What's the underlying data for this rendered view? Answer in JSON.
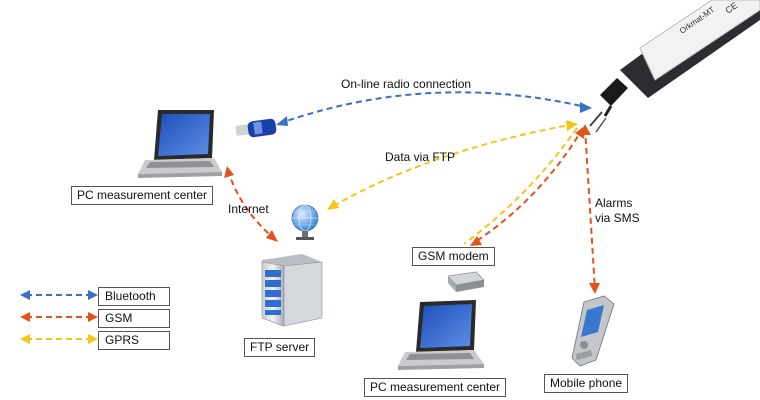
{
  "labels": {
    "radio_connection": "On-line radio connection",
    "data_via_ftp": "Data via FTP",
    "internet": "Internet",
    "alarms_line1": "Alarms",
    "alarms_line2": "via SMS"
  },
  "nodes": {
    "pc_top": "PC measurement center",
    "ftp_server": "FTP server",
    "gsm_modem": "GSM modem",
    "pc_bottom": "PC measurement center",
    "mobile_phone": "Mobile phone"
  },
  "device_text": "Orkmat-MT",
  "legend": [
    {
      "label": "Bluetooth",
      "color": "#3a6fc4"
    },
    {
      "label": "GSM",
      "color": "#e2541c"
    },
    {
      "label": "GPRS",
      "color": "#f5c518"
    }
  ]
}
